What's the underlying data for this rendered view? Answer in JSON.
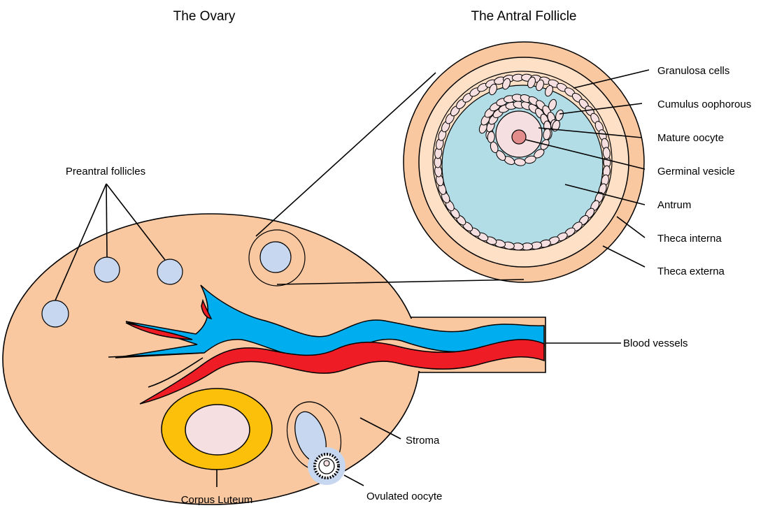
{
  "titles": {
    "ovary": "The Ovary",
    "follicle": "The Antral Follicle"
  },
  "labels": {
    "preantral": "Preantral follicles",
    "blood_vessels": "Blood vessels",
    "stroma": "Stroma",
    "corpus_luteum": "Corpus Luteum",
    "ovulated_oocyte": "Ovulated oocyte",
    "granulosa": "Granulosa cells",
    "cumulus": "Cumulus oophorous",
    "mature_oocyte": "Mature oocyte",
    "germinal_vesicle": "Germinal vesicle",
    "antrum": "Antrum",
    "theca_interna": "Theca interna",
    "theca_externa": "Theca externa"
  },
  "colors": {
    "stroma": "#f9c8a0",
    "theca_interna": "#fde0c6",
    "antrum": "#b3dde6",
    "follicle_blue": "#c6d7ef",
    "oocyte": "#f5dfe1",
    "nucleus": "#e38c8c",
    "corpus_luteum": "#fcc00a",
    "vein": "#00aeef",
    "artery": "#ee1c24"
  }
}
